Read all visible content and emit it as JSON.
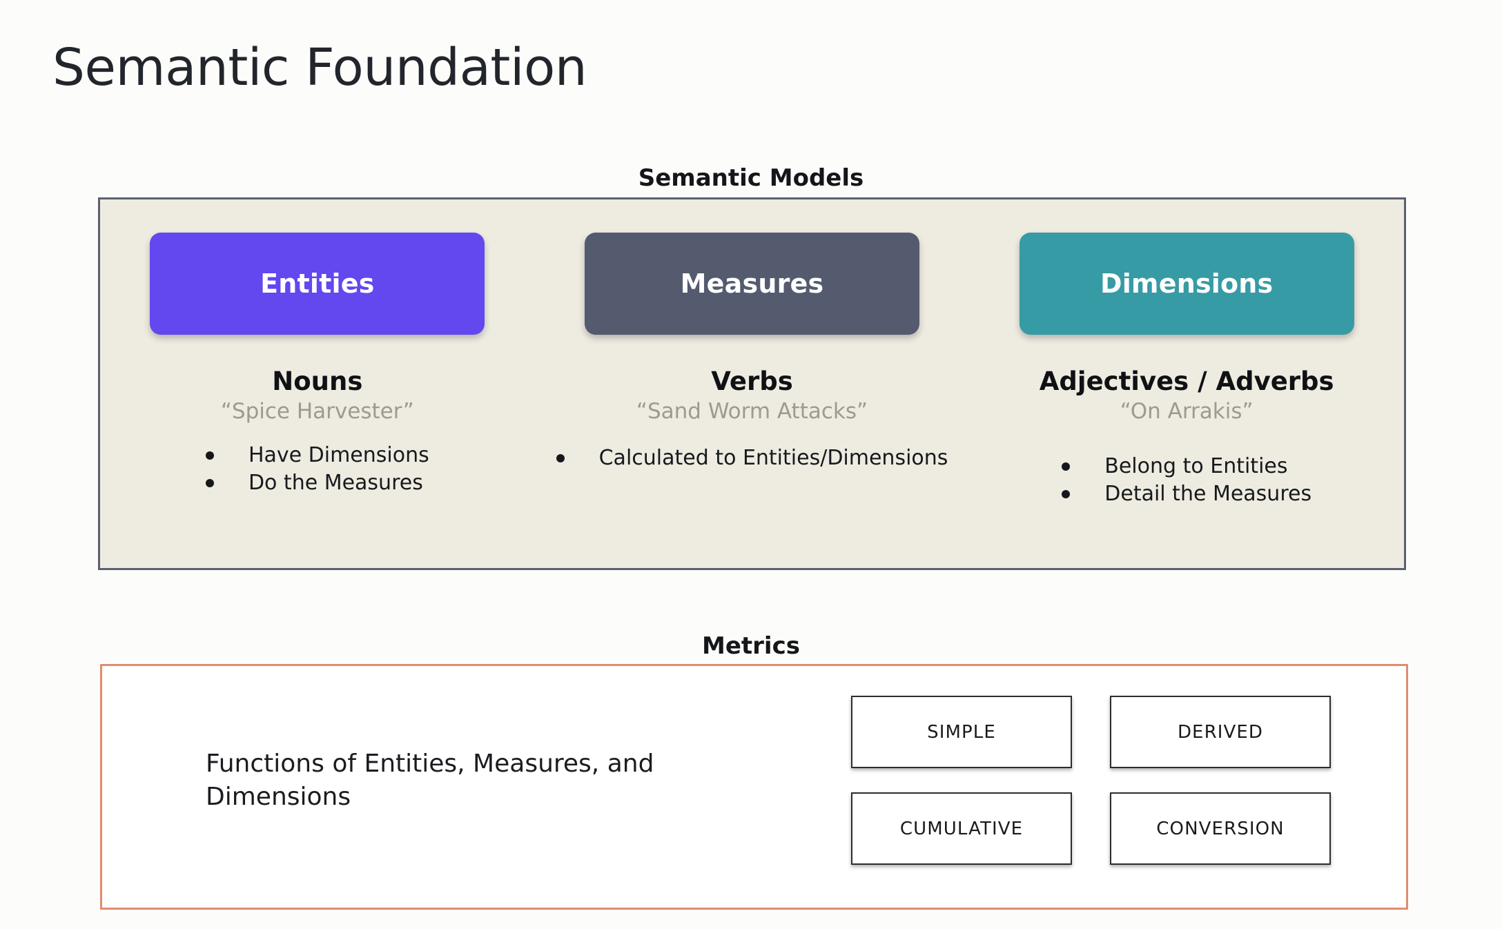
{
  "slide": {
    "title": "Semantic Foundation",
    "background_color": "#fcfdfa"
  },
  "semantic_models": {
    "caption": "Semantic Models",
    "panel_background": "#eeebe0",
    "panel_border_color": "#5a6071",
    "columns": [
      {
        "pill_label": "Entities",
        "pill_color": "#6347ef",
        "part_of_speech": "Nouns",
        "example": "“Spice Harvester”",
        "bullets": [
          "Have Dimensions",
          "Do the Measures"
        ]
      },
      {
        "pill_label": "Measures",
        "pill_color": "#545b6e",
        "part_of_speech": "Verbs",
        "example": "“Sand Worm Attacks”",
        "bullets": [
          "Calculated to Entities/Dimensions"
        ]
      },
      {
        "pill_label": "Dimensions",
        "pill_color": "#369ba5",
        "part_of_speech": "Adjectives / Adverbs",
        "example": "“On Arrakis”",
        "bullets": [
          "Belong to Entities",
          "Detail the Measures"
        ]
      }
    ]
  },
  "metrics": {
    "caption": "Metrics",
    "panel_border_color": "#e08d70",
    "description": "Functions of Entities, Measures, and Dimensions",
    "types": [
      "SIMPLE",
      "DERIVED",
      "CUMULATIVE",
      "CONVERSION"
    ]
  }
}
